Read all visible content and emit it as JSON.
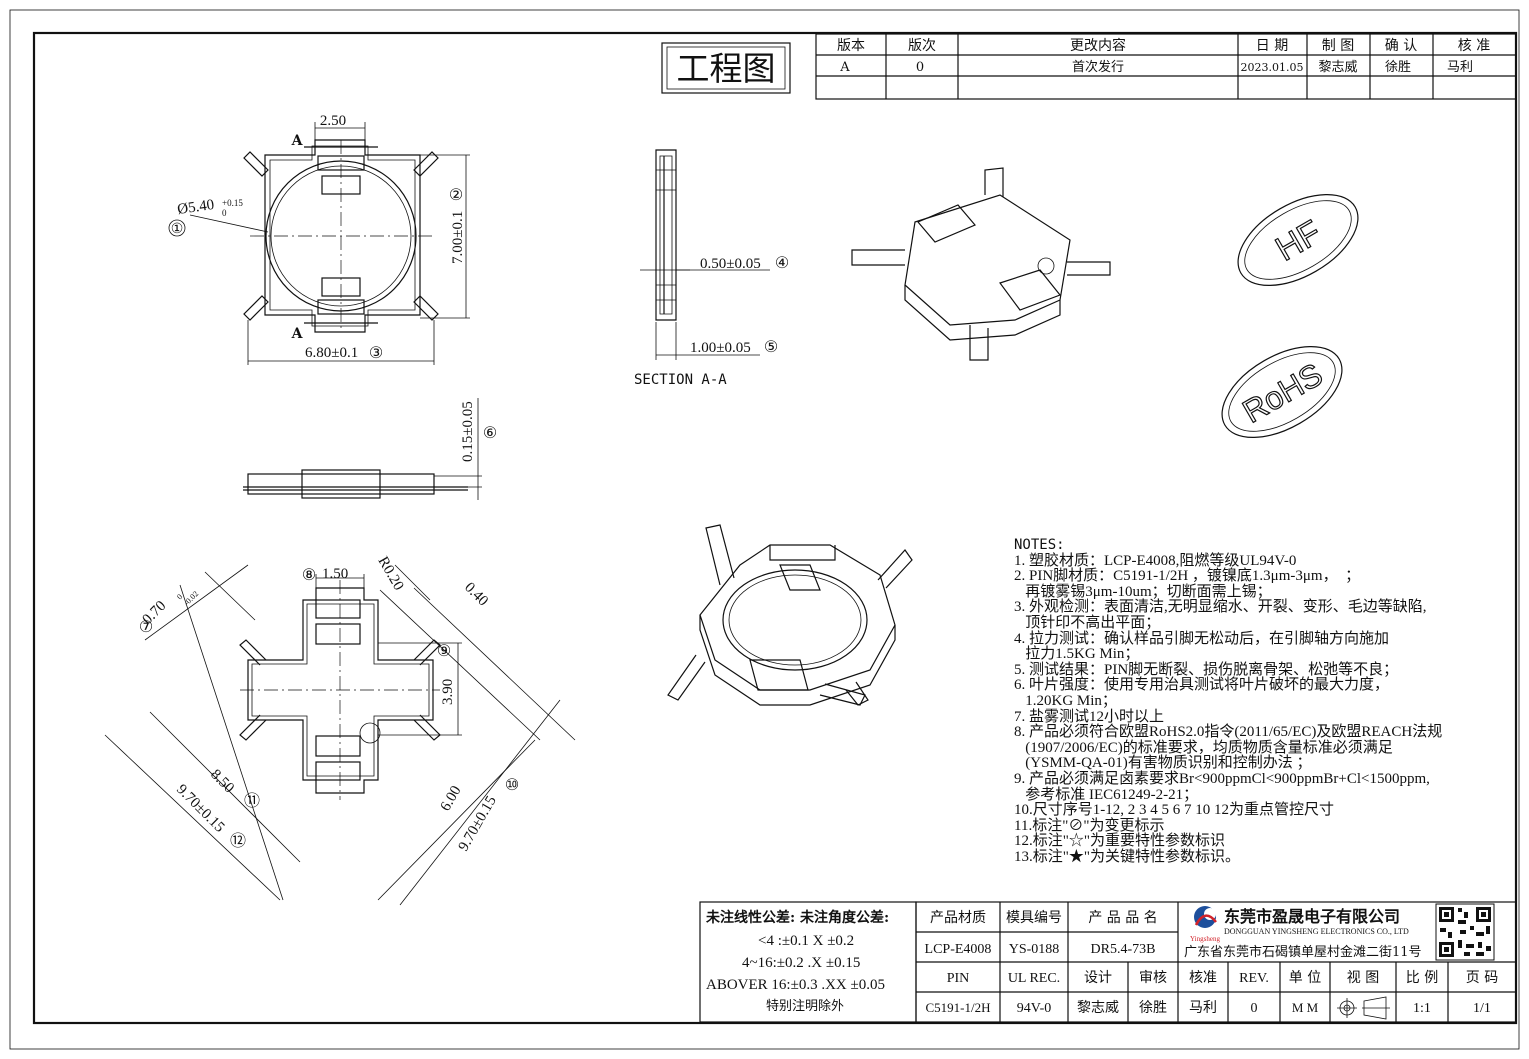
{
  "stamp": "工程图",
  "revision": {
    "headers": [
      "版本",
      "版次",
      "更改内容",
      "日 期",
      "制 图",
      "确 认",
      "核 准"
    ],
    "row": [
      "A",
      "0",
      "首次发行",
      "2023.01.05",
      "黎志威",
      "徐胜",
      "马利"
    ]
  },
  "dims": {
    "d250": "2.50",
    "dia": "Ø5.40",
    "dia_tol_up": "+0.15",
    "dia_tol_lo": "0",
    "d700": "7.00±0.1",
    "d680": "6.80±0.1",
    "d050": "0.50±0.05",
    "d100": "1.00±0.05",
    "d015": "0.15±0.05",
    "d150": "1.50",
    "r020": "R0.20",
    "d040": "0.40",
    "d070": "0.70",
    "d070_tol_up": "0",
    "d070_tol_lo": "-0.02",
    "d390": "3.90",
    "d850": "8.50",
    "d970a": "9.70±0.15",
    "d600": "6.00",
    "d970b": "9.70±0.15",
    "section": "SECTION A-A",
    "label_a": "A"
  },
  "balloons": [
    "①",
    "②",
    "③",
    "④",
    "⑤",
    "⑥",
    "⑦",
    "⑧",
    "⑨",
    "⑪",
    "⑫",
    "⑩"
  ],
  "marks": {
    "hf": "HF",
    "rohs": "RoHS"
  },
  "notes": {
    "title": "NOTES:",
    "lines": [
      "1. 塑胶材质：LCP-E4008,阻燃等级UL94V-0",
      "2. PIN脚材质：C5191-1/2H ，镀镍底1.3μm-3μm，  ；",
      "   再镀雾锡3μm-10um；切断面需上锡；",
      "3. 外观检测：表面清洁,无明显缩水、开裂、变形、毛边等缺陷,",
      "   顶针印不高出平面；",
      "4. 拉力测试：确认样品引脚无松动后，在引脚轴方向施加",
      "   拉力1.5KG Min；",
      "5. 测试结果：PIN脚无断裂、损伤脱离骨架、松弛等不良；",
      "6. 叶片强度：使用专用治具测试将叶片破坏的最大力度，",
      "   1.20KG Min；",
      "7. 盐雾测试12小时以上",
      "8. 产品必须符合欧盟RoHS2.0指令(2011/65/EC)及欧盟REACH法规",
      "   (1907/2006/EC)的标准要求，均质物质含量标准必须满足",
      "   (YSMM-QA-01)有害物质识别和控制办法 ；",
      "9. 产品必须满足卤素要求Br<900ppmCl<900ppmBr+Cl<1500ppm,",
      "   参考标准 IEC61249-2-21；",
      "10.尺寸序号1-12, 2 3 4 5 6 7 10 12为重点管控尺寸",
      "11.标注\"⊘\"为变更标示",
      "12.标注\"☆\"为重要特性参数标识",
      "13.标注\"★\"为关键特性参数标识。"
    ]
  },
  "tolerance": {
    "line1": "未注线性公差:  未注角度公差:",
    "line2": "<4 :±0.1  X ±0.2",
    "line3": "4~16:±0.2  .X ±0.15",
    "line4": "ABOVER 16:±0.3  .XX ±0.05",
    "line5": "特别注明除外"
  },
  "info": {
    "h_material": "产品材质",
    "h_mold": "模具编号",
    "h_name": "产 品 品 名",
    "material": "LCP-E4008",
    "mold": "YS-0188",
    "name": "DR5.4-73B",
    "pin_label": "PIN",
    "ulrec_label": "UL REC.",
    "pin": "C5191-1/2H",
    "ulrec": "94V-0",
    "design_label": "设计",
    "review_label": "审核",
    "approve_label": "核准",
    "rev_label": "REV.",
    "designer": "黎志威",
    "reviewer": "徐胜",
    "approver": "马利",
    "rev": "0",
    "unit_label": "单 位",
    "unit": "M M",
    "view_label": "视 图",
    "scale_label": "比 例",
    "scale": "1:1",
    "page_label": "页 码",
    "page": "1/1"
  },
  "company": {
    "name_cn": "东莞市盈晟电子有限公司",
    "name_en": "DONGGUAN YINGSHENG ELECTRONICS CO., LTD",
    "address": "广东省东莞市石碣镇单屋村金滩二街11号",
    "logo_text": "Yingsheng"
  }
}
